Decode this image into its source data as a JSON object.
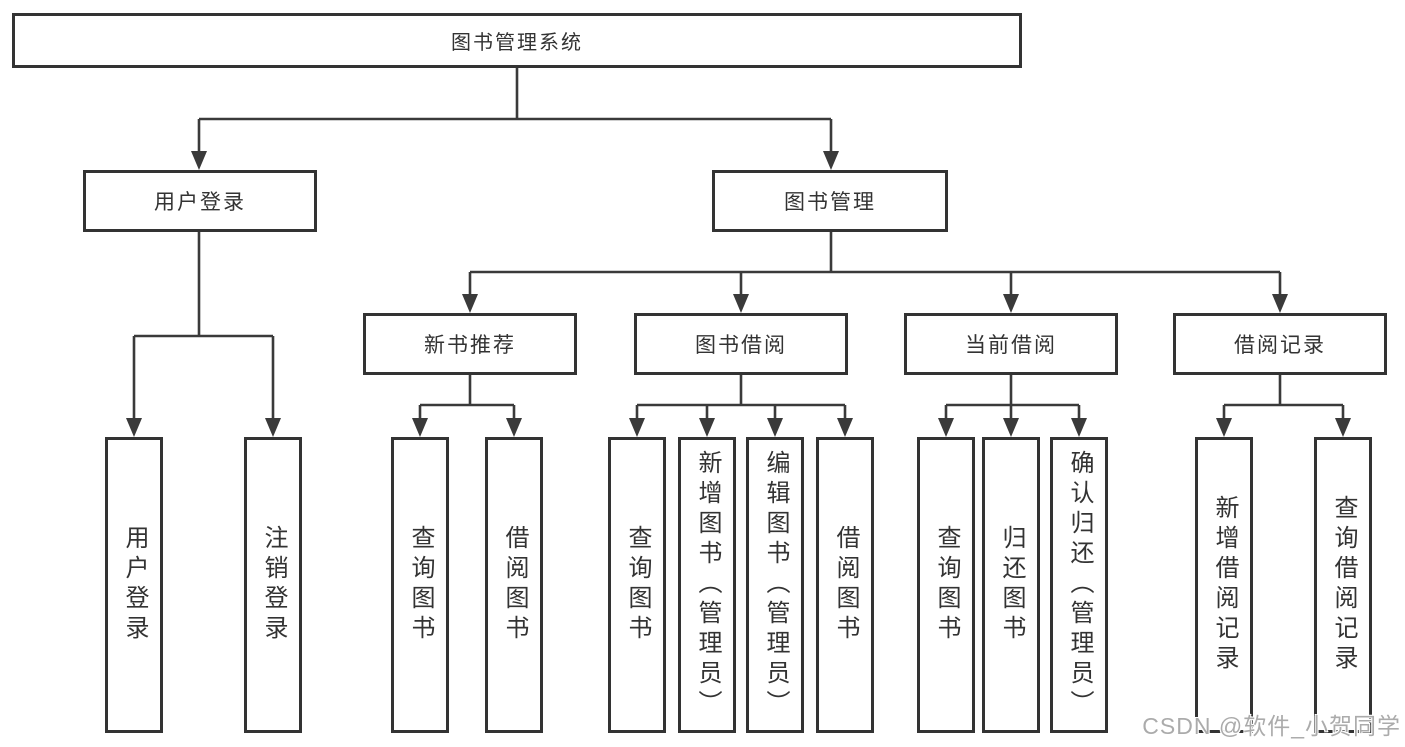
{
  "diagram": {
    "tree": {
      "root": {
        "label": "图书管理系统",
        "children": [
          {
            "label": "用户登录",
            "children": [
              {
                "label": "用户登录"
              },
              {
                "label": "注销登录"
              }
            ]
          },
          {
            "label": "图书管理",
            "children": [
              {
                "label": "新书推荐",
                "children": [
                  {
                    "label": "查询图书"
                  },
                  {
                    "label": "借阅图书"
                  }
                ]
              },
              {
                "label": "图书借阅",
                "children": [
                  {
                    "label": "查询图书"
                  },
                  {
                    "label": "新增图书（管理员）"
                  },
                  {
                    "label": "编辑图书（管理员）"
                  },
                  {
                    "label": "借阅图书"
                  }
                ]
              },
              {
                "label": "当前借阅",
                "children": [
                  {
                    "label": "查询图书"
                  },
                  {
                    "label": "归还图书"
                  },
                  {
                    "label": "确认归还（管理员）"
                  }
                ]
              },
              {
                "label": "借阅记录",
                "children": [
                  {
                    "label": "新增借阅记录"
                  },
                  {
                    "label": "查询借阅记录"
                  }
                ]
              }
            ]
          }
        ]
      }
    },
    "watermark": "CSDN @软件_小贺同学",
    "colors": {
      "line": "#3a3a3a",
      "box_border": "#333333",
      "text": "#333333",
      "background": "#ffffff",
      "watermark": "#ababab"
    }
  }
}
